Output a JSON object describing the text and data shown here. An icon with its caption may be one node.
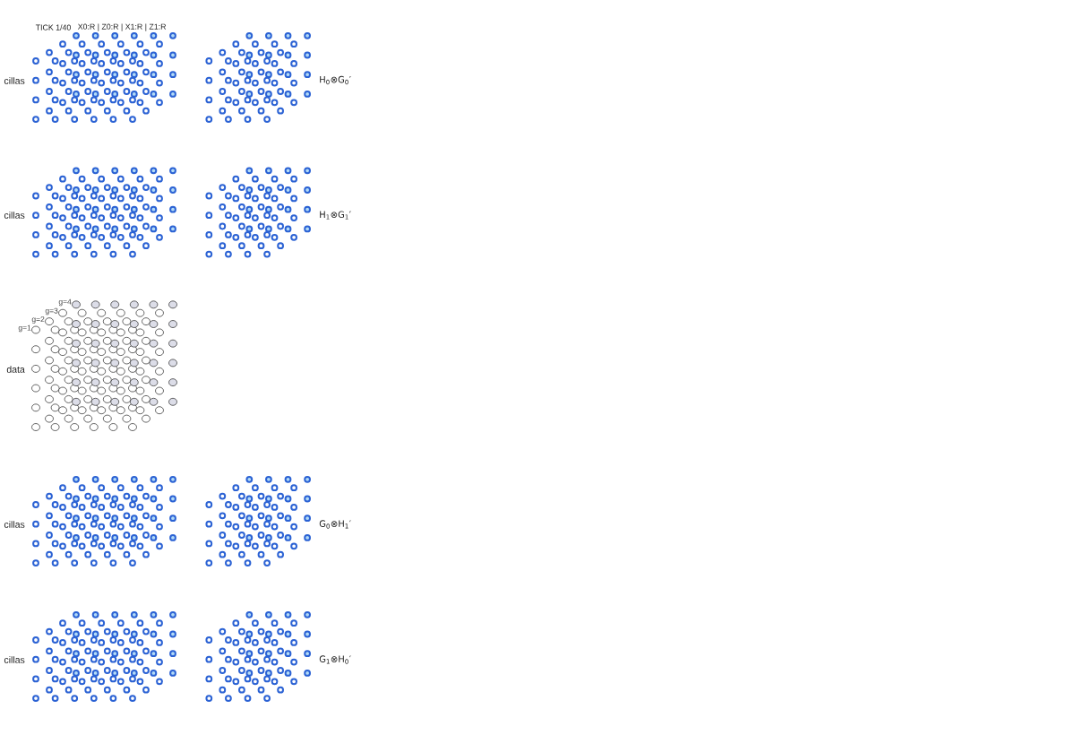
{
  "diagram": {
    "labels": [
      "TICK 1/40",
      "X0:R | Z0:R | X1:R | Z1:R",
      "cillas",
      "H$_{0}$⊗G$_{0}$′",
      "cillas",
      "H$_{1}$⊗G$_{1}$′",
      "g=4",
      "g=3",
      "g=2",
      "g=1",
      "data",
      "cillas",
      "G$_{0}$⊗H$_{1}$′",
      "cillas",
      "G$_{1}$⊗H$_{0}$′"
    ]
  }
}
